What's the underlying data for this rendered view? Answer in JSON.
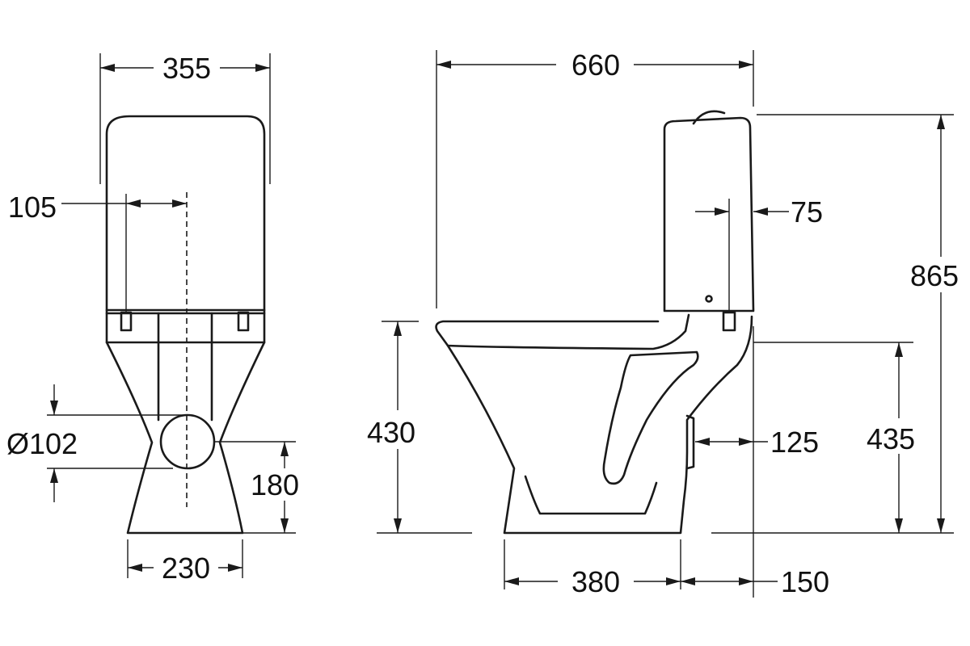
{
  "front_view": {
    "width_top": "355",
    "inlet_offset": "105",
    "outlet_diameter": "Ø102",
    "outlet_height": "180",
    "base_width": "230"
  },
  "side_view": {
    "overall_depth": "660",
    "cistern_offset": "75",
    "overall_height": "865",
    "seat_height": "430",
    "inlet_height": "435",
    "outlet_projection": "125",
    "base_depth": "380",
    "wall_distance": "150"
  }
}
